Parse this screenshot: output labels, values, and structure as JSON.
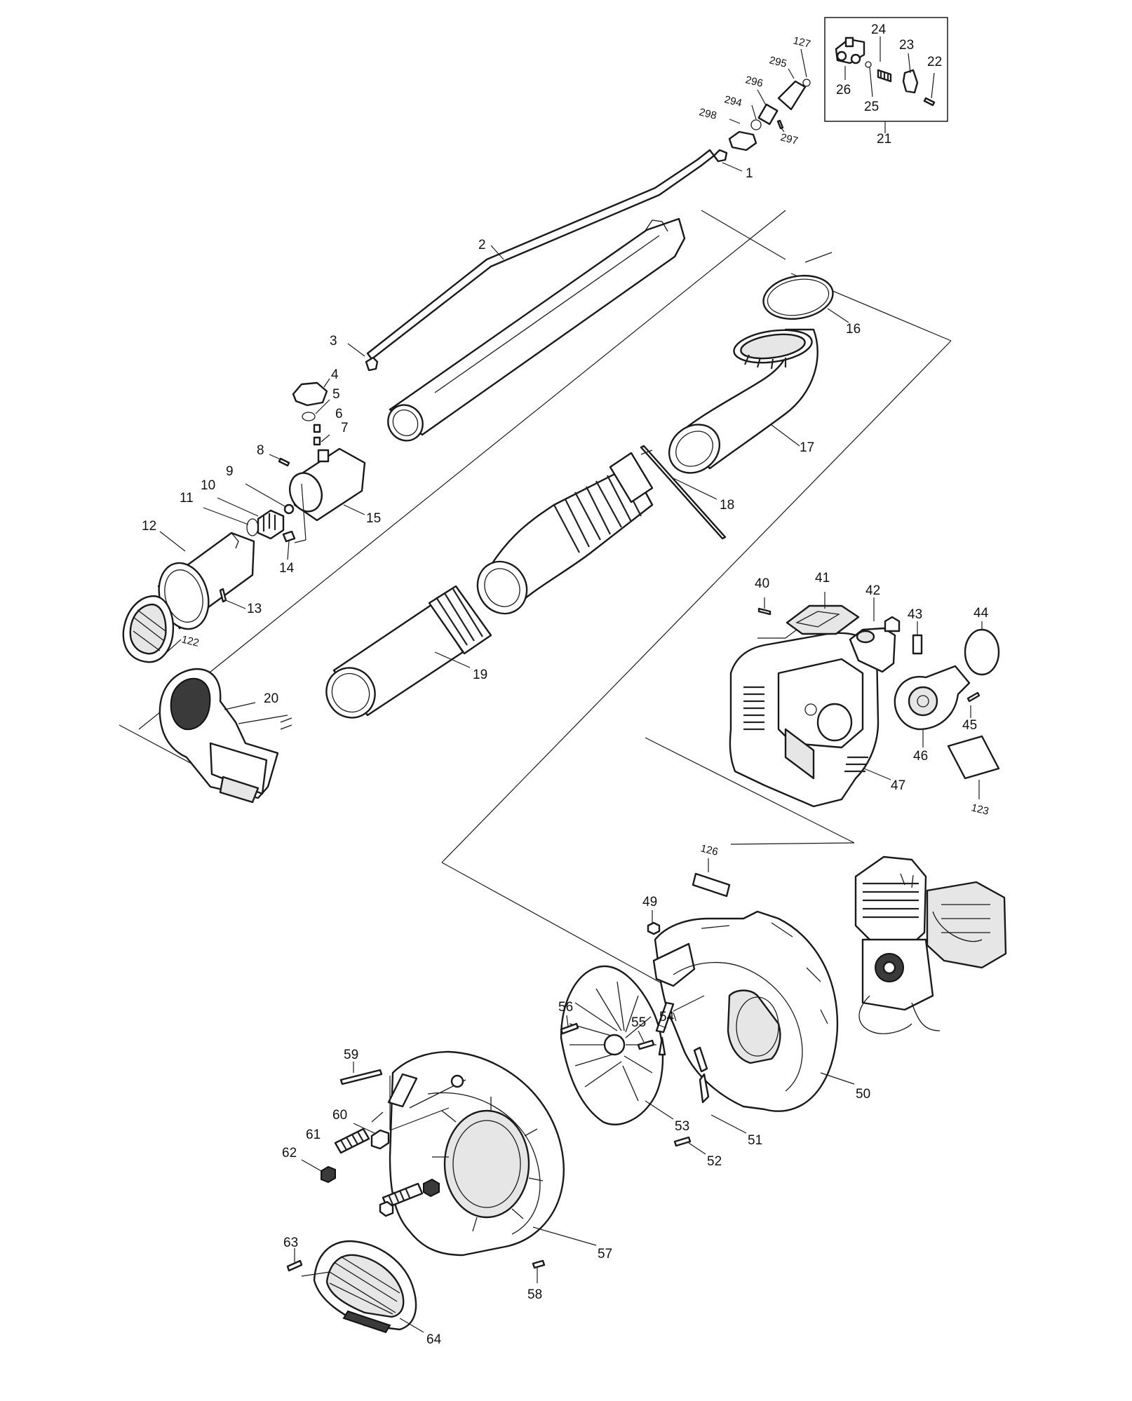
{
  "labels": {
    "p1": "1",
    "p2": "2",
    "p3": "3",
    "p4": "4",
    "p5": "5",
    "p6": "6",
    "p7": "7",
    "p8": "8",
    "p9": "9",
    "p10": "10",
    "p11": "11",
    "p12": "12",
    "p13": "13",
    "p14": "14",
    "p15": "15",
    "p16": "16",
    "p17": "17",
    "p18": "18",
    "p19": "19",
    "p20": "20",
    "p21": "21",
    "p22": "22",
    "p23": "23",
    "p24": "24",
    "p25": "25",
    "p26": "26",
    "p40": "40",
    "p41": "41",
    "p42": "42",
    "p43": "43",
    "p44": "44",
    "p45": "45",
    "p46": "46",
    "p47": "47",
    "p49": "49",
    "p50": "50",
    "p51": "51",
    "p52": "52",
    "p53": "53",
    "p54": "54",
    "p55": "55",
    "p56": "56",
    "p57": "57",
    "p58": "58",
    "p59": "59",
    "p60": "60",
    "p61": "61",
    "p62": "62",
    "p63": "63",
    "p64": "64",
    "p122": "122",
    "p123": "123",
    "p126": "126",
    "p127": "127",
    "p294": "294",
    "p295": "295",
    "p296": "296",
    "p297": "297",
    "p298": "298"
  },
  "colors": {
    "ink": "#1a1a1a",
    "paper": "#ffffff",
    "shade": "#e6e6e6",
    "dark": "#3a3a3a"
  }
}
